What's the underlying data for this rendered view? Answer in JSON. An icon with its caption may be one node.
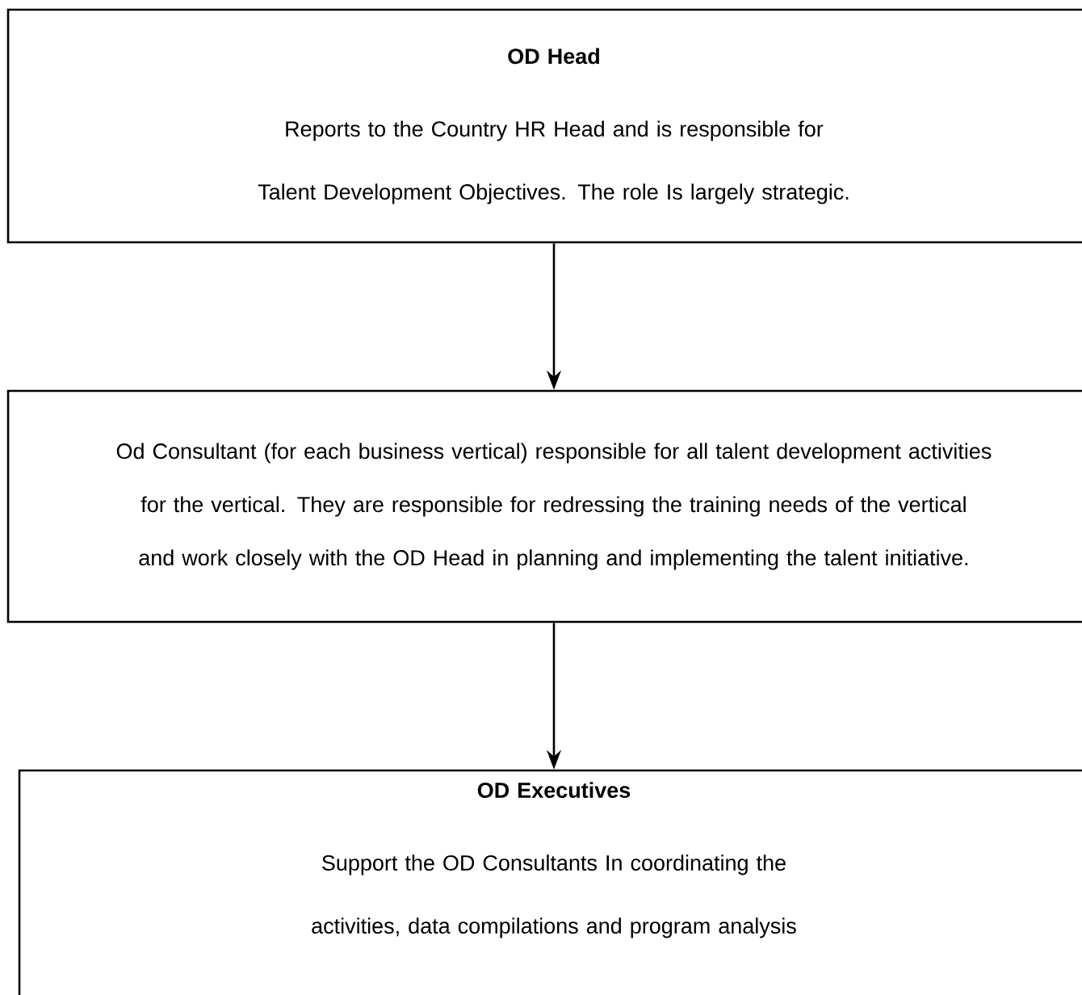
{
  "diagram": {
    "nodes": [
      {
        "text": [
          "OD Head",
          "Reports to the Country HR Head and is responsible for Talent Development Objectives. The role Is largely strategic."
        ]
      },
      {
        "text": [
          "Od Consultant (for each business vertical) responsible for all talent development activities for the vertical. They are responsible for redressing the training needs of the vertical and work closely with the OD Head in planning and implementing the talent initiative."
        ]
      },
      {
        "text": [
          "OD Executives",
          "Support the OD Consultants In coordinating the activities, data compilations and program analysis"
        ]
      }
    ],
    "edges": [
      {
        "from": 0,
        "to": 1,
        "arrow": "to"
      },
      {
        "from": 1,
        "to": 2,
        "arrow": "to"
      }
    ]
  }
}
